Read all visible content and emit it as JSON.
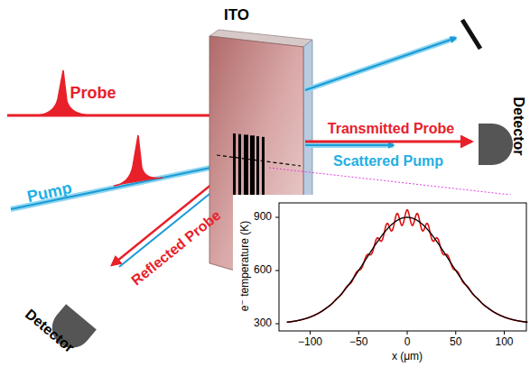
{
  "diagram": {
    "labels": [
      "ITO",
      "Probe",
      "Pump",
      "Transmitted Probe",
      "Scattered Pump",
      "Reflected Probe",
      "Detector",
      "Detector",
      "e⁻ temperature (K)",
      "900",
      "600",
      "300",
      "−100",
      "−50",
      "0",
      "50",
      "100",
      "x (μm)"
    ]
  }
}
